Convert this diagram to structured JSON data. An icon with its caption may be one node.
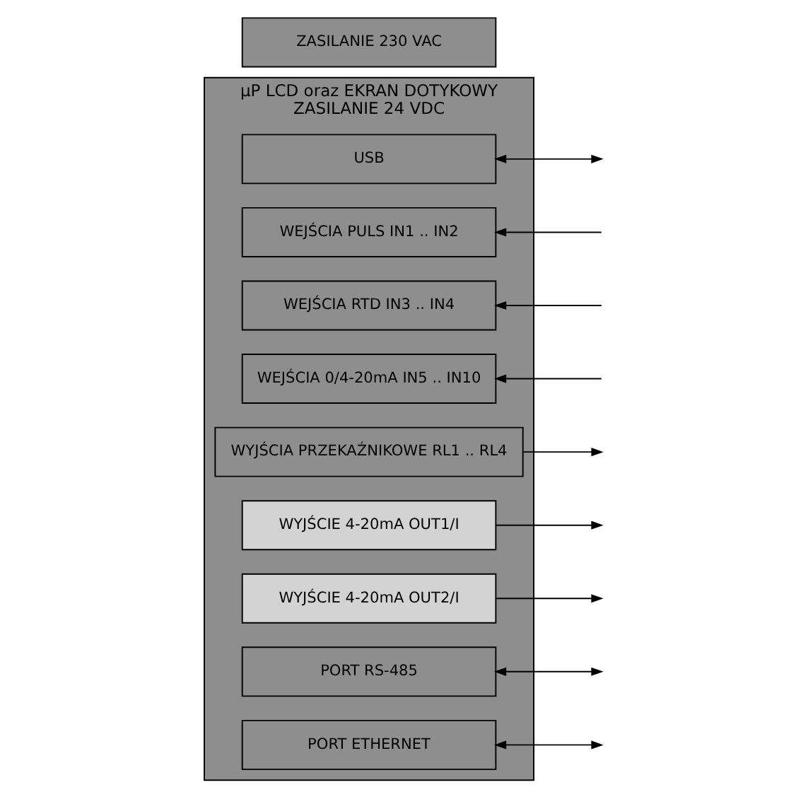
{
  "diagram": {
    "nodes": [
      {
        "text": [
          "μP LCD oraz EKRAN DOTYKOWY",
          "ZASILANIE 24 VDC"
        ]
      },
      {
        "text": [
          "USB"
        ],
        "in": 0
      },
      {
        "text": [
          "WEJŚCIA PULS IN1 .. IN2"
        ],
        "in": 0
      },
      {
        "text": [
          "WEJŚCIA RTD IN3 .. IN4"
        ],
        "in": 0
      },
      {
        "text": [
          "WEJŚCIA 0/4-20mA IN5 .. IN10"
        ],
        "in": 0
      },
      {
        "text": [
          "WYJŚCIA PRZEKAŹNIKOWE RL1 .. RL4"
        ],
        "in": 0
      },
      {
        "text": [
          "WYJŚCIE 4-20mA OUT1/I"
        ],
        "in": 0
      },
      {
        "text": [
          "WYJŚCIE 4-20mA OUT2/I"
        ],
        "in": 0
      },
      {
        "text": [
          "PORT RS-485"
        ],
        "in": 0
      },
      {
        "text": [
          "PORT ETHERNET"
        ],
        "in": 0
      },
      {
        "text": [
          "ZASILANIE 230 VAC"
        ]
      }
    ],
    "edges": [
      {
        "from": 1,
        "to": null,
        "arrow": "both"
      },
      {
        "from": null,
        "to": 2,
        "arrow": "to"
      },
      {
        "from": null,
        "to": 3,
        "arrow": "to"
      },
      {
        "from": null,
        "to": 4,
        "arrow": "to"
      },
      {
        "from": 5,
        "to": null,
        "arrow": "to"
      },
      {
        "from": 6,
        "to": null,
        "arrow": "to"
      },
      {
        "from": 7,
        "to": null,
        "arrow": "to"
      },
      {
        "from": 8,
        "to": null,
        "arrow": "both"
      },
      {
        "from": 9,
        "to": null,
        "arrow": "both"
      }
    ]
  }
}
